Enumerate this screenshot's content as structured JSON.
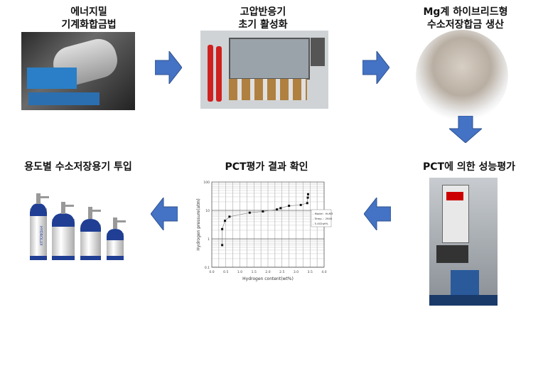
{
  "steps": [
    {
      "title": "에너지밀\n기계화합금법",
      "image": "energy-mill-machine-photo"
    },
    {
      "title": "고압반응기\n초기 활성화",
      "image": "high-pressure-reactor-photo"
    },
    {
      "title": "Mg계 하이브리드형\n수소저장합금 생산",
      "image": "alloy-powder-photo"
    },
    {
      "title": "PCT에 의한 성능평가",
      "image": "pct-apparatus-photo"
    },
    {
      "title": "PCT평가 결과 확인",
      "image": "pct-chart"
    },
    {
      "title": "용도별 수소저장용기 투입",
      "image": "hydrogen-cylinders-photo"
    }
  ],
  "cylinder_brand": "HYDROLUX",
  "colors": {
    "arrow": "#4472c4",
    "cylinder_blue": "#1f3e94"
  },
  "chart_data": {
    "type": "scatter",
    "xlabel": "Hydrogen content(wt%)",
    "ylabel": "Hydrogen pressure(atm)",
    "xlim": [
      0,
      4
    ],
    "ylim": [
      0.1,
      100
    ],
    "yscale": "log",
    "grid": true,
    "xticks": [
      "0.0",
      "0.5",
      "1.0",
      "1.5",
      "2.0",
      "2.5",
      "3.0",
      "3.5",
      "4.0"
    ],
    "yticks": [
      "0.1",
      "1",
      "10",
      "100"
    ],
    "x": [
      0.37,
      0.37,
      0.47,
      0.63,
      1.35,
      1.82,
      2.32,
      2.45,
      2.75,
      3.17,
      3.4,
      3.42,
      3.43
    ],
    "y": [
      0.6,
      2.2,
      4.3,
      6.0,
      8.3,
      9.2,
      10.8,
      12,
      14.5,
      15.5,
      18,
      28,
      37
    ],
    "legend": [
      "- Model : HLM3",
      "- Temp. : 294K",
      "- 5.402wt%"
    ],
    "legend_position": "right"
  }
}
